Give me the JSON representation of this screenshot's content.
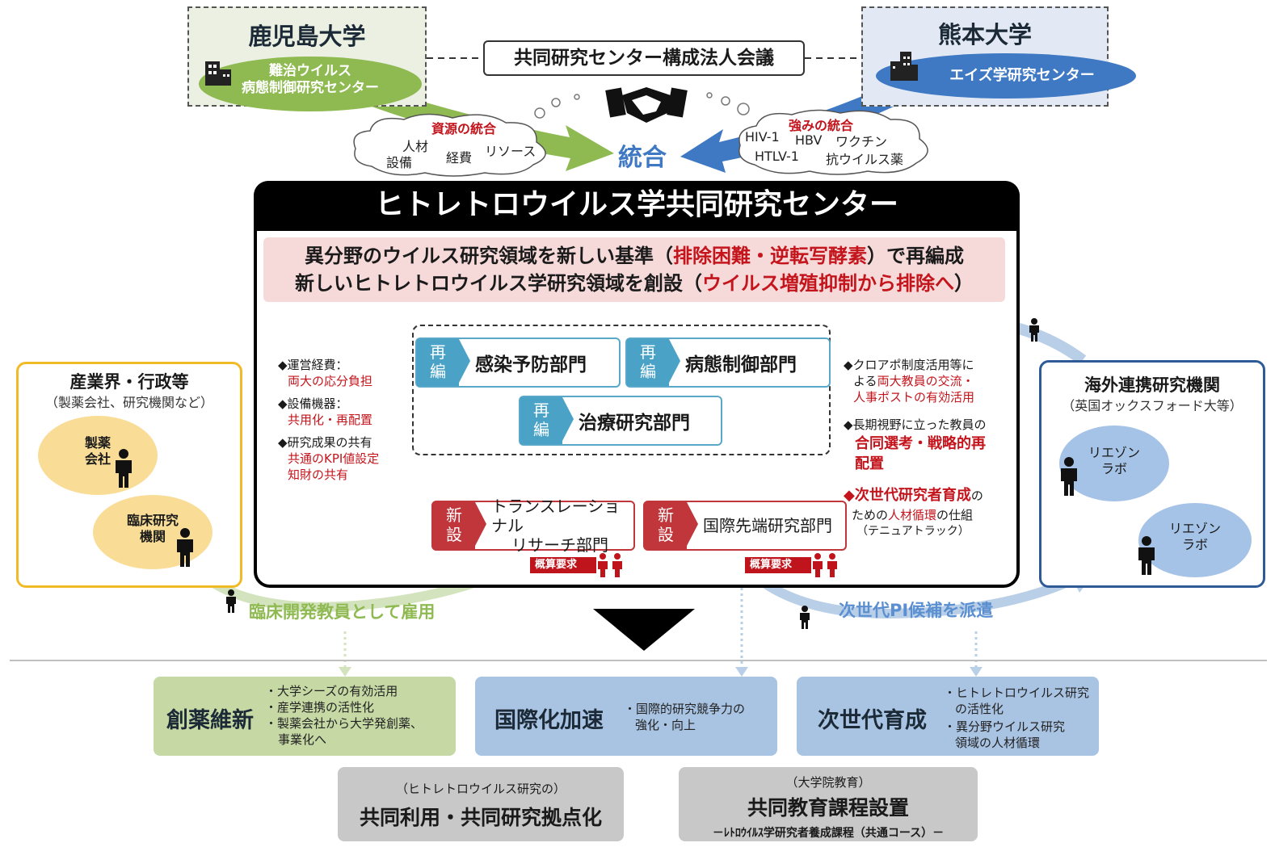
{
  "kagoshima": {
    "name": "鹿児島大学",
    "center_line1": "難治ウイルス",
    "center_line2": "病態制御研究センター"
  },
  "kumamoto": {
    "name": "熊本大学",
    "center": "エイズ学研究センター"
  },
  "council": "共同研究センター構成法人会議",
  "resource_cloud": {
    "title": "資源の統合",
    "words": [
      "人材",
      "設備",
      "経費",
      "リソース"
    ]
  },
  "strength_cloud": {
    "title": "強みの統合",
    "words": [
      "HIV-1",
      "HBV",
      "ワクチン",
      "HTLV-1",
      "抗ウイルス薬"
    ]
  },
  "integration": "統合",
  "center": {
    "title": "ヒトレトロウイルス学共同研究センター",
    "mission_l1_a": "異分野のウイルス研究領域を新しい基準（",
    "mission_l1_red": "排除困難・逆転写酵素",
    "mission_l1_b": "）で再編成",
    "mission_l2_a": "新しいヒトレトロウイルス学研究領域を創設（",
    "mission_l2_red": "ウイルス増殖抑制から排除へ",
    "mission_l2_b": "）"
  },
  "departments": {
    "reorg_tag_1": "再",
    "reorg_tag_2": "編",
    "new_tag_1": "新",
    "new_tag_2": "設",
    "infection": "感染予防部門",
    "pathology": "病態制御部門",
    "treatment": "治療研究部門",
    "translational_l1": "トランスレーショナル",
    "translational_l2": "リサーチ部門",
    "international": "国際先端研究部門"
  },
  "left_notes": {
    "op_cost": "◆運営経費：",
    "op_cost_detail": "両大の応分負担",
    "equipment": "◆設備機器：",
    "equipment_detail": "共用化・再配置",
    "results": "◆研究成果の共有",
    "results_d1": "共通のKPI値設定",
    "results_d2": "知財の共有"
  },
  "right_notes": {
    "n1_l1": "◆クロアポ制度活用等に",
    "n1_l2_a": "よる",
    "n1_l2_red": "両大教員の交流・",
    "n1_l3": "人事ポストの有効活用",
    "n2_l1": "◆長期視野に立った教員の",
    "n2_l2": "合同選考・戦略的再",
    "n2_l3": "配置",
    "n3_l1_red": "◆次世代研究者育成",
    "n3_l1_b": "の",
    "n3_l2_a": "ための",
    "n3_l2_red": "人材循環",
    "n3_l2_b": "の仕組",
    "n3_l3": "（テニュアトラック）"
  },
  "quota": "概算要求",
  "industry": {
    "title": "産業界・行政等",
    "subtitle": "（製薬会社、研究機関など）",
    "pharma_l1": "製薬",
    "pharma_l2": "会社",
    "clinical_l1": "臨床研究",
    "clinical_l2": "機関"
  },
  "overseas": {
    "title": "海外連携研究機関",
    "subtitle": "（英国オックスフォード大等）",
    "lab_l1": "リエゾン",
    "lab_l2": "ラボ"
  },
  "clinical_hire": "臨床開発教員として雇用",
  "pi_dispatch": "次世代PI候補を派遣",
  "outcomes": {
    "drug": {
      "title": "創薬維新",
      "n1": "・大学シーズの有効活用",
      "n2": "・産学連携の活性化",
      "n3": "・製薬会社から大学発創薬、",
      "n4": "事業化へ"
    },
    "intl": {
      "title": "国際化加速",
      "n1": "・国際的研究競争力の",
      "n2": "強化・向上"
    },
    "nextgen": {
      "title": "次世代育成",
      "n1": "・ヒトレトロウイルス研究",
      "n2": "の活性化",
      "n3": "・異分野ウイルス研究",
      "n4": "領域の人材循環"
    }
  },
  "shared_hub": {
    "sub": "（ヒトレトロウイルス研究の）",
    "title": "共同利用・共同研究拠点化"
  },
  "education": {
    "sub": "（大学院教育）",
    "title": "共同教育課程設置",
    "note": "－ﾚﾄﾛｳｲﾙｽ学研究者養成課程（共通コース）－"
  },
  "colors": {
    "green": "#8fba52",
    "blue": "#3f78c3",
    "red": "#c4141c",
    "teal": "#4aa3c7",
    "yellow": "#f0bb27",
    "navy": "#2e5a95"
  }
}
